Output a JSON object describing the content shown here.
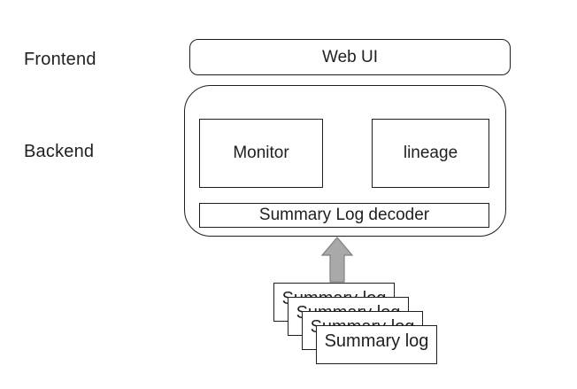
{
  "side_labels": {
    "frontend": "Frontend",
    "backend": "Backend"
  },
  "frontend": {
    "webui_label": "Web UI"
  },
  "backend": {
    "monitor_label": "Monitor",
    "lineage_label": "lineage",
    "decoder_label": "Summary Log decoder"
  },
  "arrow": {
    "icon": "arrow-up-icon",
    "direction": "up"
  },
  "log_stack": {
    "labels": [
      "Summary log",
      "Summary log",
      "Summary log",
      "Summary log"
    ]
  },
  "colors": {
    "background": "#ffffff",
    "line": "#1f1f1f",
    "text": "#1f1f1f",
    "arrow_fill": "#a9a9a9",
    "arrow_stroke": "#7f7f7f"
  }
}
